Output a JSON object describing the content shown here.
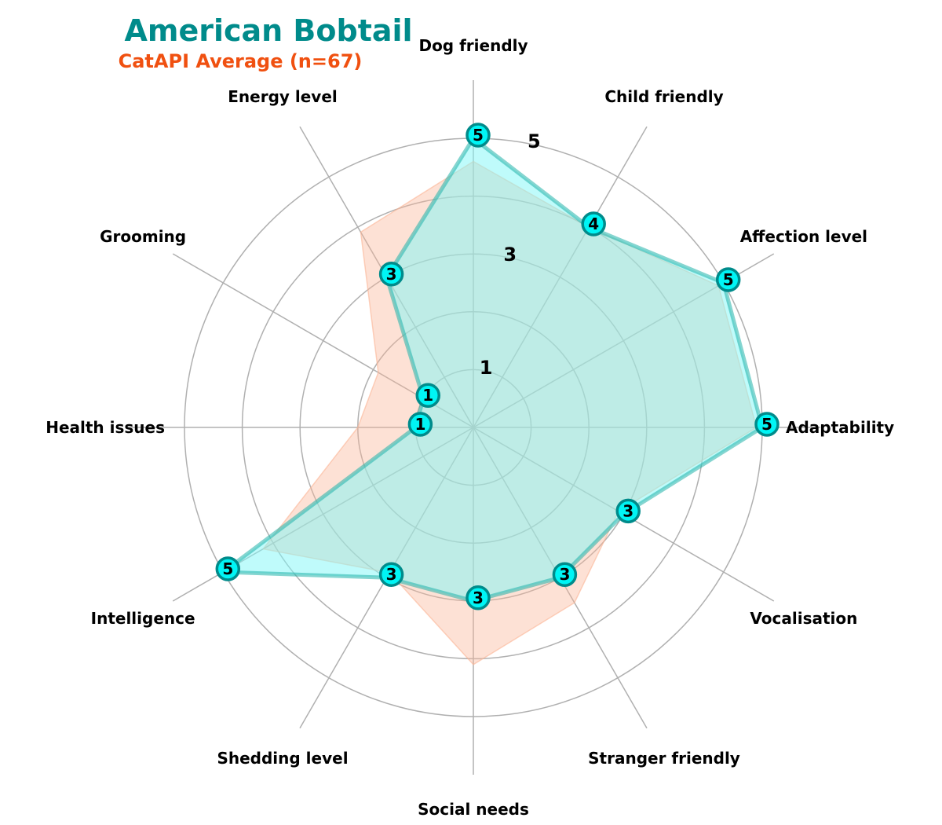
{
  "chart_data": {
    "type": "radar",
    "title": "American Bobtail",
    "subtitle": "CatAPI Average (n=67)",
    "axes": [
      "Adaptability",
      "Affection level",
      "Child friendly",
      "Dog friendly",
      "Energy level",
      "Grooming",
      "Health issues",
      "Intelligence",
      "Shedding level",
      "Social needs",
      "Stranger friendly",
      "Vocalisation"
    ],
    "series": [
      {
        "name": "American Bobtail",
        "values": [
          5,
          5,
          4,
          5,
          3,
          1,
          1,
          5,
          3,
          3,
          3,
          3
        ]
      },
      {
        "name": "CatAPI Average (n=67)",
        "values": [
          4.9,
          4.9,
          4.0,
          4.6,
          3.9,
          1.9,
          2.0,
          4.2,
          2.9,
          4.1,
          3.5,
          2.9
        ]
      }
    ],
    "rmax": 5.0,
    "ring_values": [
      1,
      2,
      3,
      4,
      5
    ],
    "ring_labels": [
      "1",
      "3",
      "5"
    ],
    "colors": {
      "breed_fill": "#7ff7f7",
      "breed_edge": "#20b2aa",
      "marker_fill": "#00f5f5",
      "marker_edge": "#008b8b",
      "average_fill": "#fbb495",
      "title": "#008b8b",
      "subtitle": "#f05010",
      "grid": "#b0b0b0"
    }
  }
}
